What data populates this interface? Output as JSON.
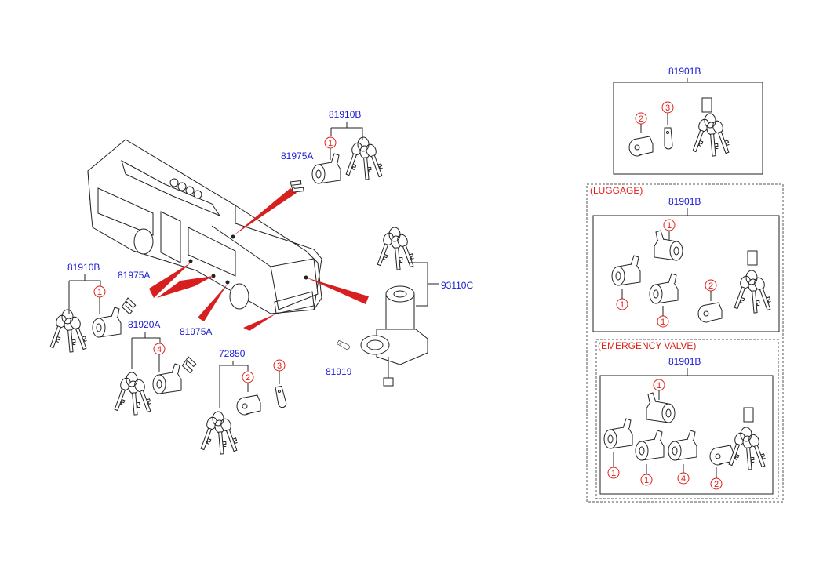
{
  "labels": {
    "top_keyset": "81910B",
    "bracket_top": "81975A",
    "left_keyset": "81910B",
    "bracket_left": "81975A",
    "lock_mid": "81920A",
    "bracket_mid": "81975A",
    "keyset_bottom": "72850",
    "ignition": "93110C",
    "screw": "81919",
    "box1": "81901B",
    "box2": "81901B",
    "box3": "81901B"
  },
  "groups": {
    "luggage": "(LUGGAGE)",
    "emergency": "(EMERGENCY VALVE)"
  },
  "callouts": {
    "c1": "1",
    "c2": "1",
    "c3": "4",
    "c4": "2",
    "c5": "3",
    "b1_2": "2",
    "b1_3": "3",
    "b2_1a": "1",
    "b2_1b": "1",
    "b2_1c": "1",
    "b2_2": "2",
    "b3_1a": "1",
    "b3_1b": "1",
    "b3_1c": "1",
    "b3_4": "4",
    "b3_2": "2"
  },
  "colors": {
    "label": "#1a1ad6",
    "callout": "#e0201a",
    "pointer": "#d81f1f"
  }
}
